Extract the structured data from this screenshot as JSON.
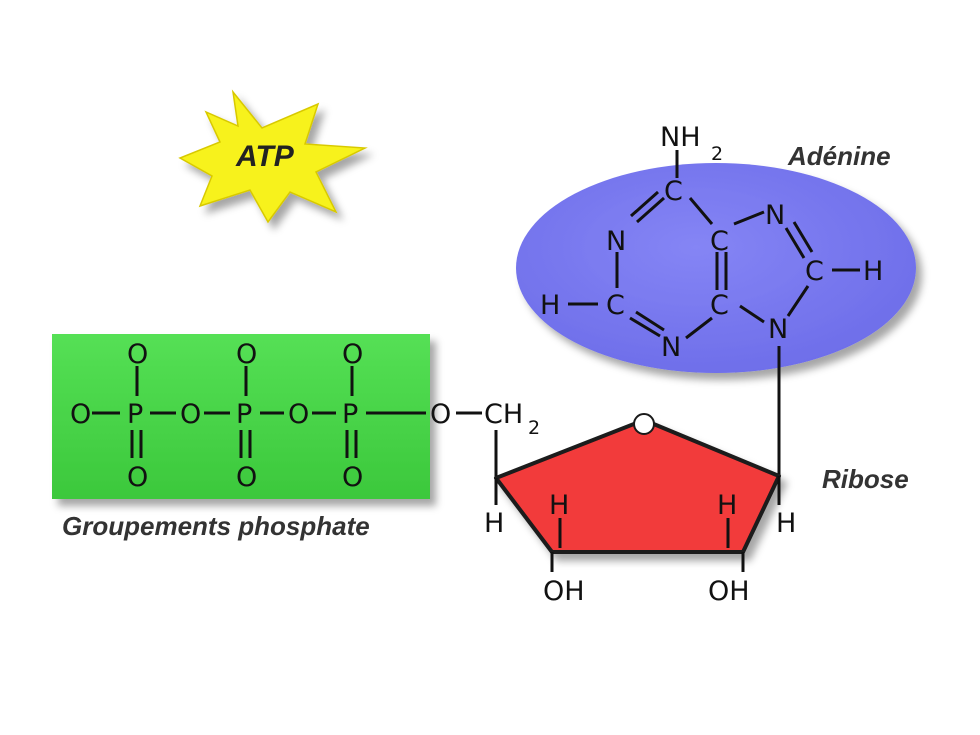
{
  "badge": {
    "text": "ATP"
  },
  "labels": {
    "adenine": "Adénine",
    "ribose": "Ribose",
    "phosphates": "Groupements phosphate"
  },
  "atoms": {
    "O": "O",
    "P": "P",
    "C": "C",
    "N": "N",
    "H": "H",
    "OH": "OH",
    "CH": "CH",
    "NH": "NH",
    "sub2": "2"
  },
  "colors": {
    "adenine_fill": "#7b7bf0",
    "phosphate_fill": "#4dd84d",
    "ribose_fill": "#f23a3a",
    "badge_fill": "#f7f21b"
  }
}
